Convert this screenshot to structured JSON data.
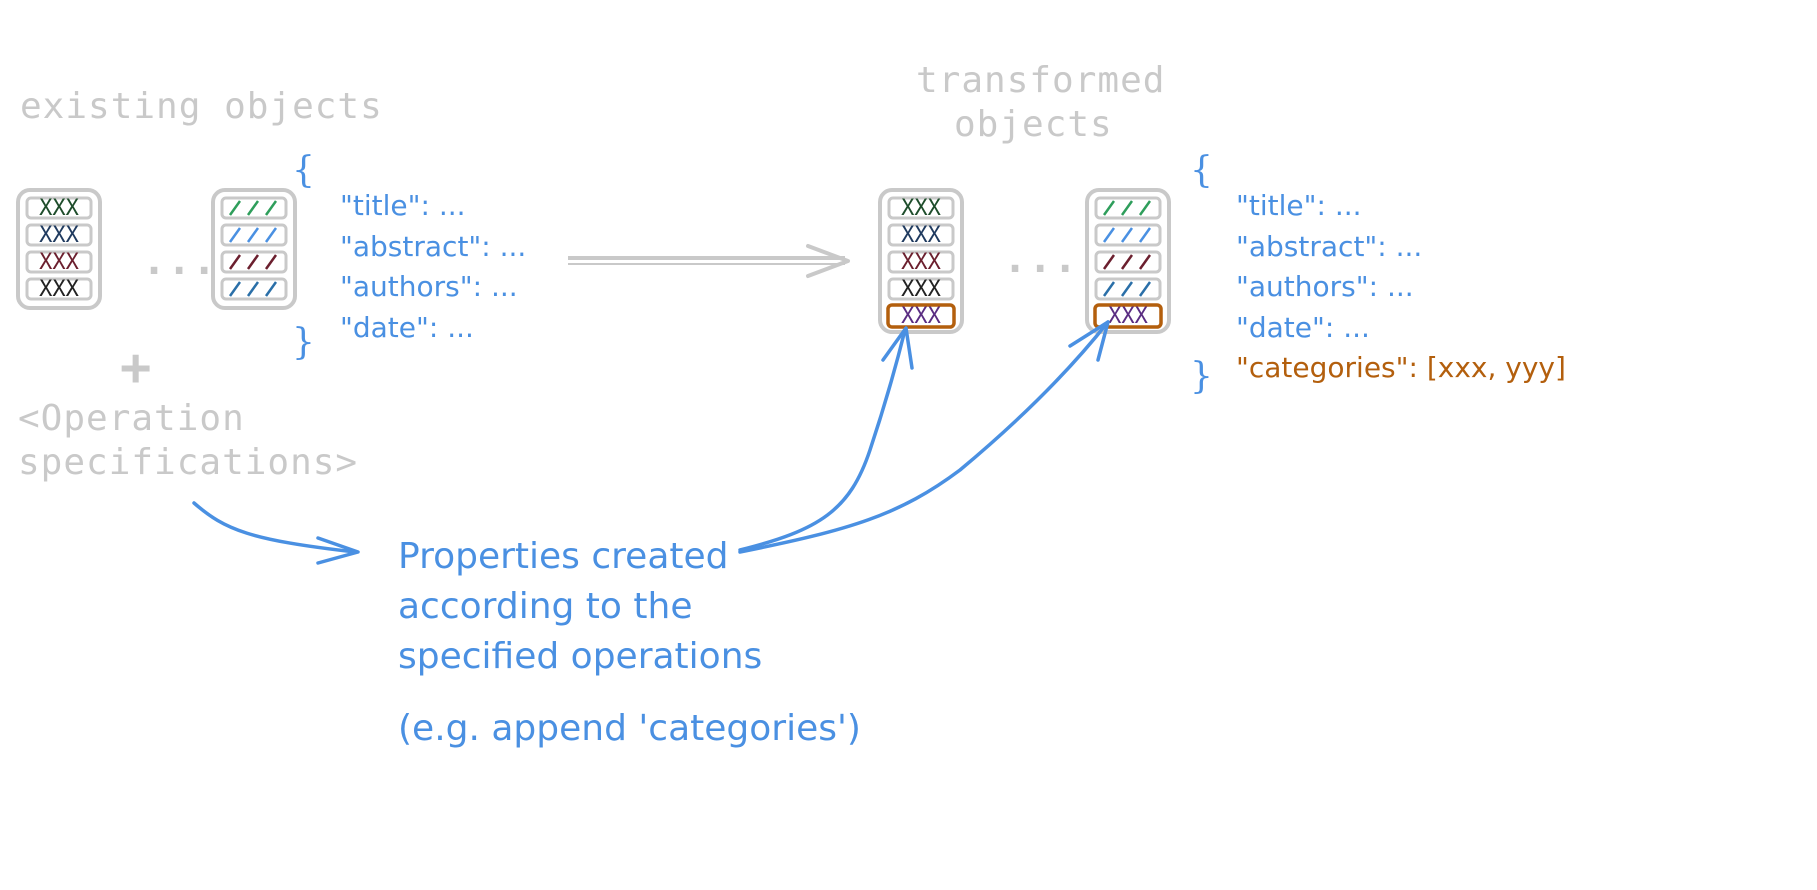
{
  "labels": {
    "existing": "existing objects",
    "transformed_line1": "transformed",
    "transformed_line2": "objects",
    "plus": "+",
    "operation_line1": "<Operation",
    "operation_line2": "specifications>",
    "ellipsis": "..."
  },
  "json_left": {
    "open": "{",
    "close": "}",
    "lines": [
      "\"title\": ...",
      "\"abstract\": ...",
      "\"authors\": ...",
      "\"date\": ..."
    ]
  },
  "json_right": {
    "open": "{",
    "close": "}",
    "lines": [
      "\"title\": ...",
      "\"abstract\": ...",
      "\"authors\": ...",
      "\"date\": ..."
    ],
    "new_line": "\"categories\": [xxx, yyy]"
  },
  "caption": {
    "line1": "Properties created",
    "line2": "according to the",
    "line3": "specified operations",
    "example": "(e.g. append 'categories')"
  },
  "colors": {
    "gray": "#c9c9c9",
    "blue": "#4a90e2",
    "orange": "#b35f0d",
    "row_dark_green": "#1e4d2b",
    "row_navy": "#1f3a5f",
    "row_maroon": "#6b1f2e",
    "row_black": "#222222",
    "row_purple": "#5a2d82",
    "slash_green": "#2e9e5b",
    "slash_blue": "#4a90e2",
    "slash_maroon": "#6b1f2e",
    "slash_teal": "#2a6fa8"
  }
}
